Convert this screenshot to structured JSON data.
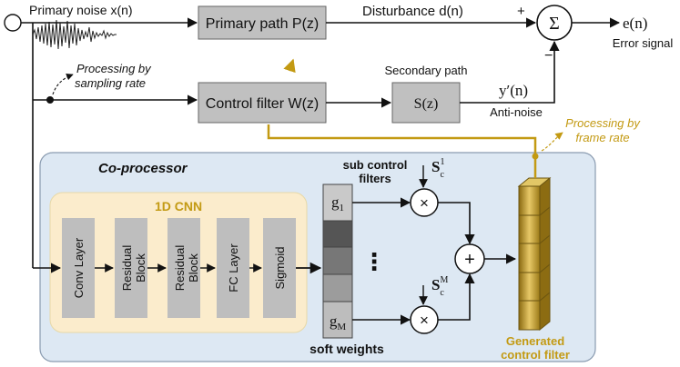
{
  "labels": {
    "primary_noise": "Primary noise x(n)",
    "primary_path": "Primary path P(z)",
    "disturbance": "Disturbance d(n)",
    "plus": "+",
    "minus": "−",
    "sum": "Σ",
    "error_symbol": "e(n)",
    "error_signal": "Error signal",
    "processing_sampling_1": "Processing by",
    "processing_sampling_2": "sampling rate",
    "control_filter": "Control filter W(z)",
    "secondary_path_label": "Secondary path",
    "secondary_path": "S(z)",
    "anti_noise_symbol": "y′(n)",
    "anti_noise": "Anti-noise",
    "processing_frame_1": "Processing by",
    "processing_frame_2": "frame rate",
    "coprocessor": "Co-processor",
    "cnn_title": "1D CNN",
    "layers": [
      "Conv Layer",
      "Residual Block",
      "Residual Block",
      "FC Layer",
      "Sigmoid"
    ],
    "g1": "g1",
    "gM": "gM",
    "dots": "⋮",
    "sub_control_1": "sub control",
    "sub_control_2": "filters",
    "s1": "S",
    "s1_sup": "1",
    "s1_sub": "c",
    "sM": "S",
    "sM_sup": "M",
    "sM_sub": "c",
    "times": "×",
    "add": "+",
    "soft_weights": "soft weights",
    "generated_1": "Generated",
    "generated_2": "control filter"
  },
  "colors": {
    "box_gray": "#c0c0c0",
    "coproc_bg": "#dde8f3",
    "cnn_bg": "#fbeccc",
    "layer_gray": "#bebebe",
    "accent_gold": "#c39a13",
    "weights": [
      "#c9c9c9",
      "#555555",
      "#777777",
      "#9c9c9c",
      "#bdbdbd"
    ]
  }
}
